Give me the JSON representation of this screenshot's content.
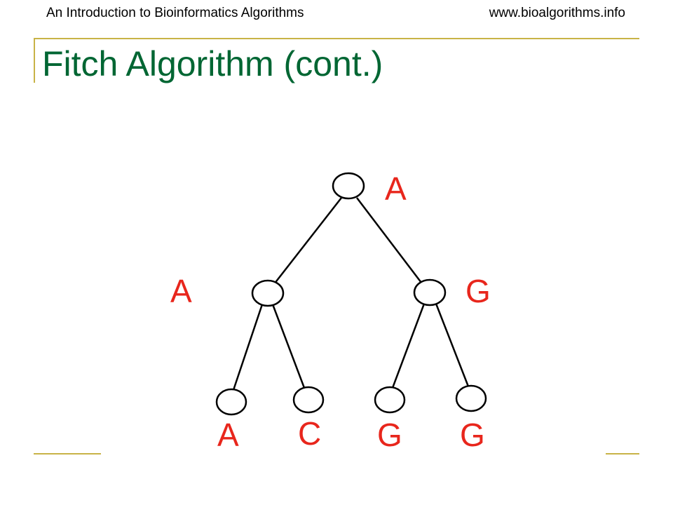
{
  "header": {
    "course": "An Introduction to Bioinformatics Algorithms",
    "website": "www.bioalgorithms.info"
  },
  "slide": {
    "title": "Fitch Algorithm (cont.)"
  },
  "tree": {
    "root": {
      "label": "A"
    },
    "internal": [
      {
        "id": "left",
        "label": "A"
      },
      {
        "id": "right",
        "label": "G"
      }
    ],
    "leaves": [
      {
        "parent": "left",
        "label": "A"
      },
      {
        "parent": "left",
        "label": "C"
      },
      {
        "parent": "right",
        "label": "G"
      },
      {
        "parent": "right",
        "label": "G"
      }
    ]
  },
  "colors": {
    "title": "#006633",
    "labels": "#e8261c",
    "accent_rule": "#c8b347"
  }
}
